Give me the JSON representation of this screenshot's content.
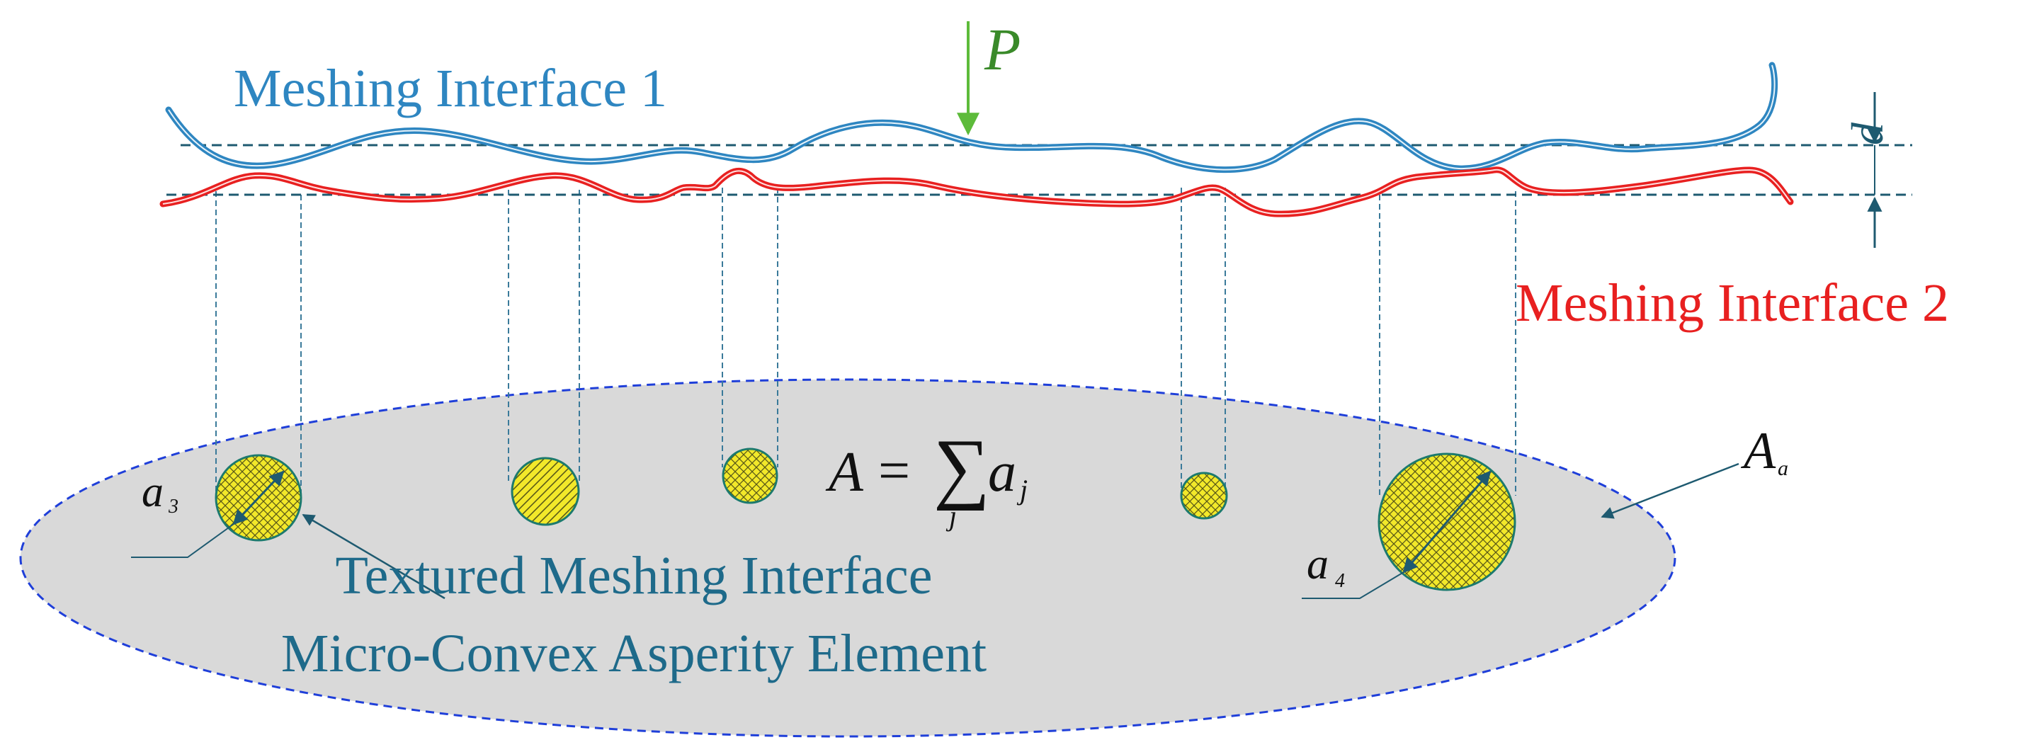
{
  "labels": {
    "interface_1": "Meshing Interface 1",
    "interface_2": "Meshing Interface 2",
    "load": "P",
    "gap": "d",
    "textured_line1": "Textured Meshing Interface",
    "textured_line2": "Micro-Convex Asperity Element",
    "area_a3": "a",
    "area_a3_sub": "3",
    "area_a4": "a",
    "area_a4_sub": "4",
    "apparent_area": "A",
    "apparent_area_sub": "a"
  },
  "equation": {
    "lhs": "A",
    "equals": "=",
    "sum": "∑",
    "index": "j",
    "term": "a",
    "term_sub": "j"
  },
  "colors": {
    "interface_1": "#2E86C1",
    "interface_2": "#E82020",
    "load_arrow": "#5DBB3A",
    "ellipse_fill": "#D9D9D9",
    "ellipse_border": "#1F3FD9",
    "asperity_fill": "#F2E82A",
    "asperity_edge": "#1C7A6E",
    "text_teal": "#1E6A8A"
  }
}
